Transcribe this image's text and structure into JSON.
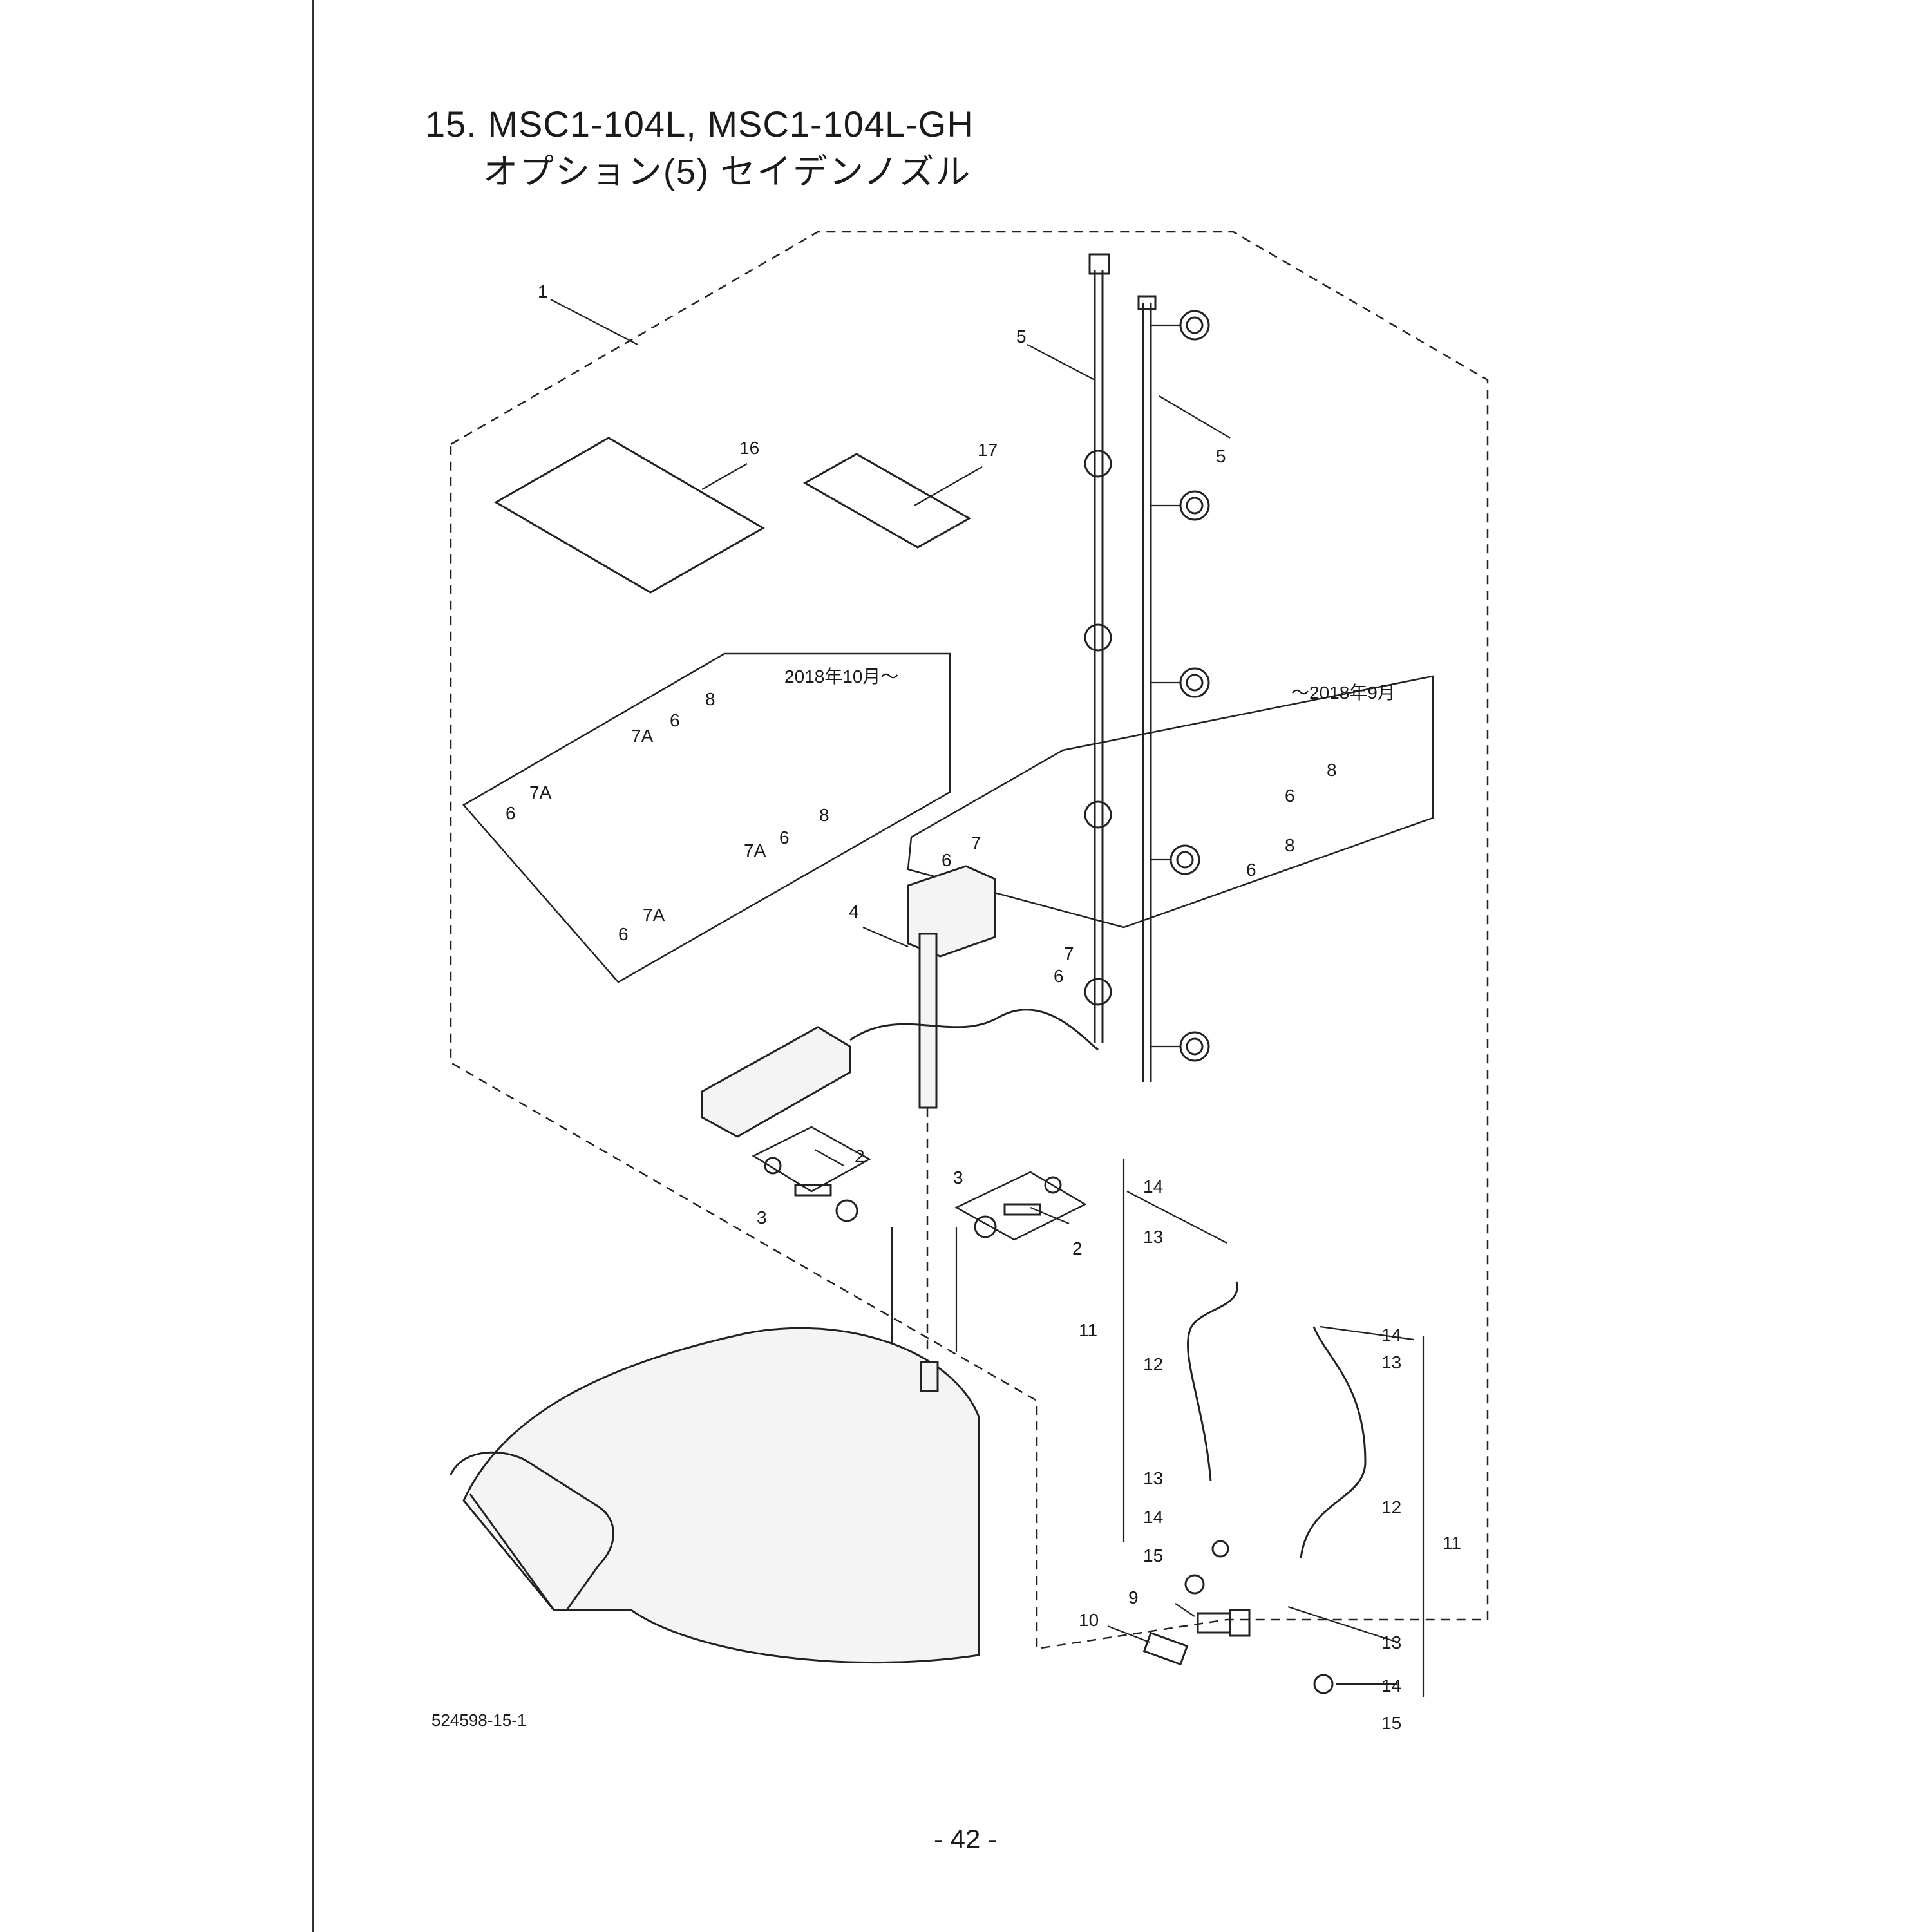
{
  "header": {
    "title_line1": "15. MSC1-104L, MSC1-104L-GH",
    "title_line2": "オプション(5) セイデンノズル"
  },
  "footer": {
    "document_number": "524598-15-1",
    "page_number": "- 42 -"
  },
  "variants": {
    "new": "2018年10月～",
    "old": "～2018年9月"
  },
  "callouts": {
    "p1": "1",
    "p2": "2",
    "p3": "3",
    "p4": "4",
    "p5": "5",
    "p6": "6",
    "p7": "7",
    "p7a": "7A",
    "p8": "8",
    "p9": "9",
    "p10": "10",
    "p11": "11",
    "p12": "12",
    "p13": "13",
    "p14": "14",
    "p15": "15",
    "p16": "16",
    "p17": "17"
  },
  "colors": {
    "line": "#222222",
    "background": "#ffffff"
  }
}
